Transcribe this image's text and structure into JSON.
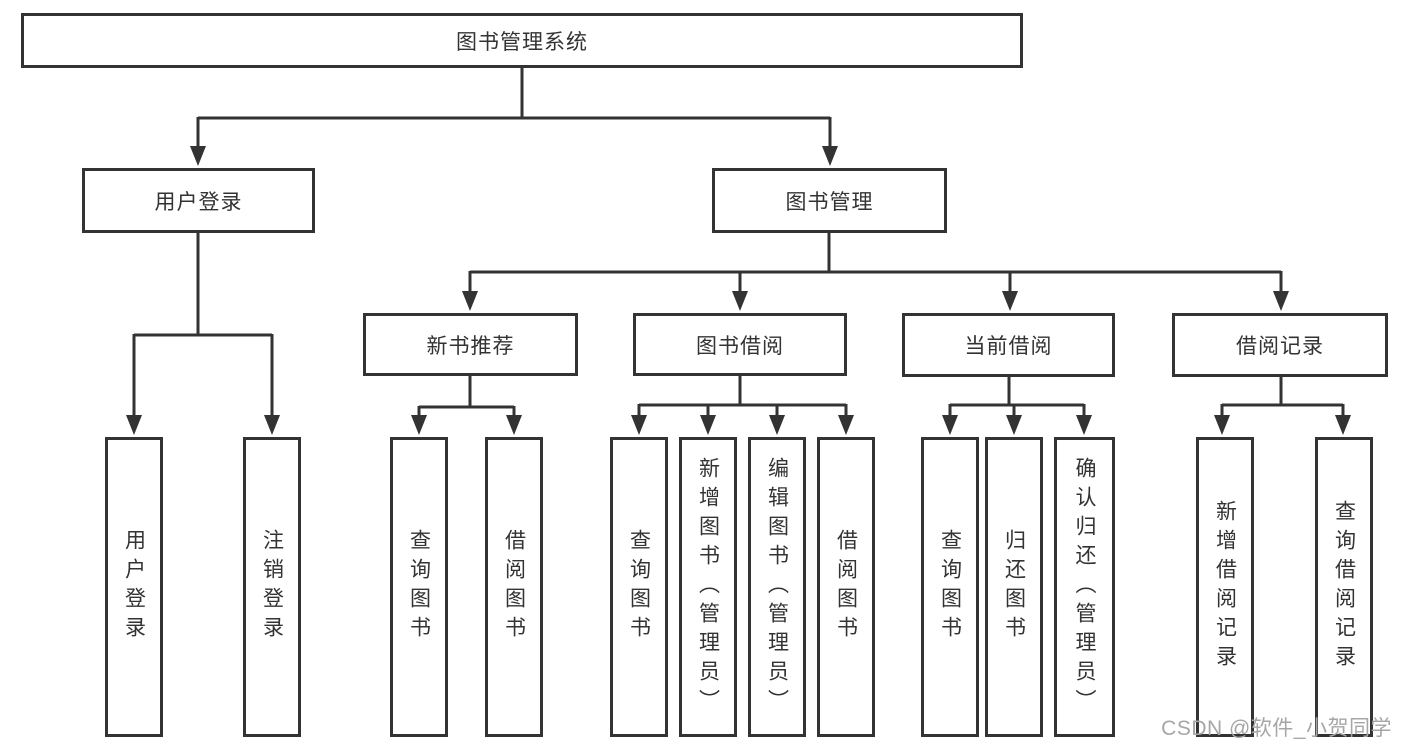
{
  "diagram": {
    "root": {
      "label": "图书管理系统"
    },
    "level2": {
      "user_login": {
        "label": "用户登录"
      },
      "book_mgmt": {
        "label": "图书管理"
      }
    },
    "level3": {
      "new_book_rec": {
        "label": "新书推荐"
      },
      "book_borrow": {
        "label": "图书借阅"
      },
      "current_borrow": {
        "label": "当前借阅"
      },
      "borrow_record": {
        "label": "借阅记录"
      }
    },
    "leaves": {
      "login": {
        "label": "用户登录"
      },
      "logout": {
        "label": "注销登录"
      },
      "rec_query": {
        "label": "查询图书"
      },
      "rec_borrow": {
        "label": "借阅图书"
      },
      "borrow_query": {
        "label": "查询图书"
      },
      "borrow_add": {
        "label": "新增图书（管理员）"
      },
      "borrow_edit": {
        "label": "编辑图书（管理员）"
      },
      "borrow_borrow": {
        "label": "借阅图书"
      },
      "cur_query": {
        "label": "查询图书"
      },
      "cur_return": {
        "label": "归还图书"
      },
      "cur_confirm": {
        "label": "确认归还（管理员）"
      },
      "hist_add": {
        "label": "新增借阅记录"
      },
      "hist_query": {
        "label": "查询借阅记录"
      }
    }
  },
  "watermark": {
    "text": "CSDN @软件_小贺同学"
  },
  "colors": {
    "line": "#333333",
    "text": "#333333",
    "background": "#ffffff",
    "watermark": "#a6a6a6"
  }
}
